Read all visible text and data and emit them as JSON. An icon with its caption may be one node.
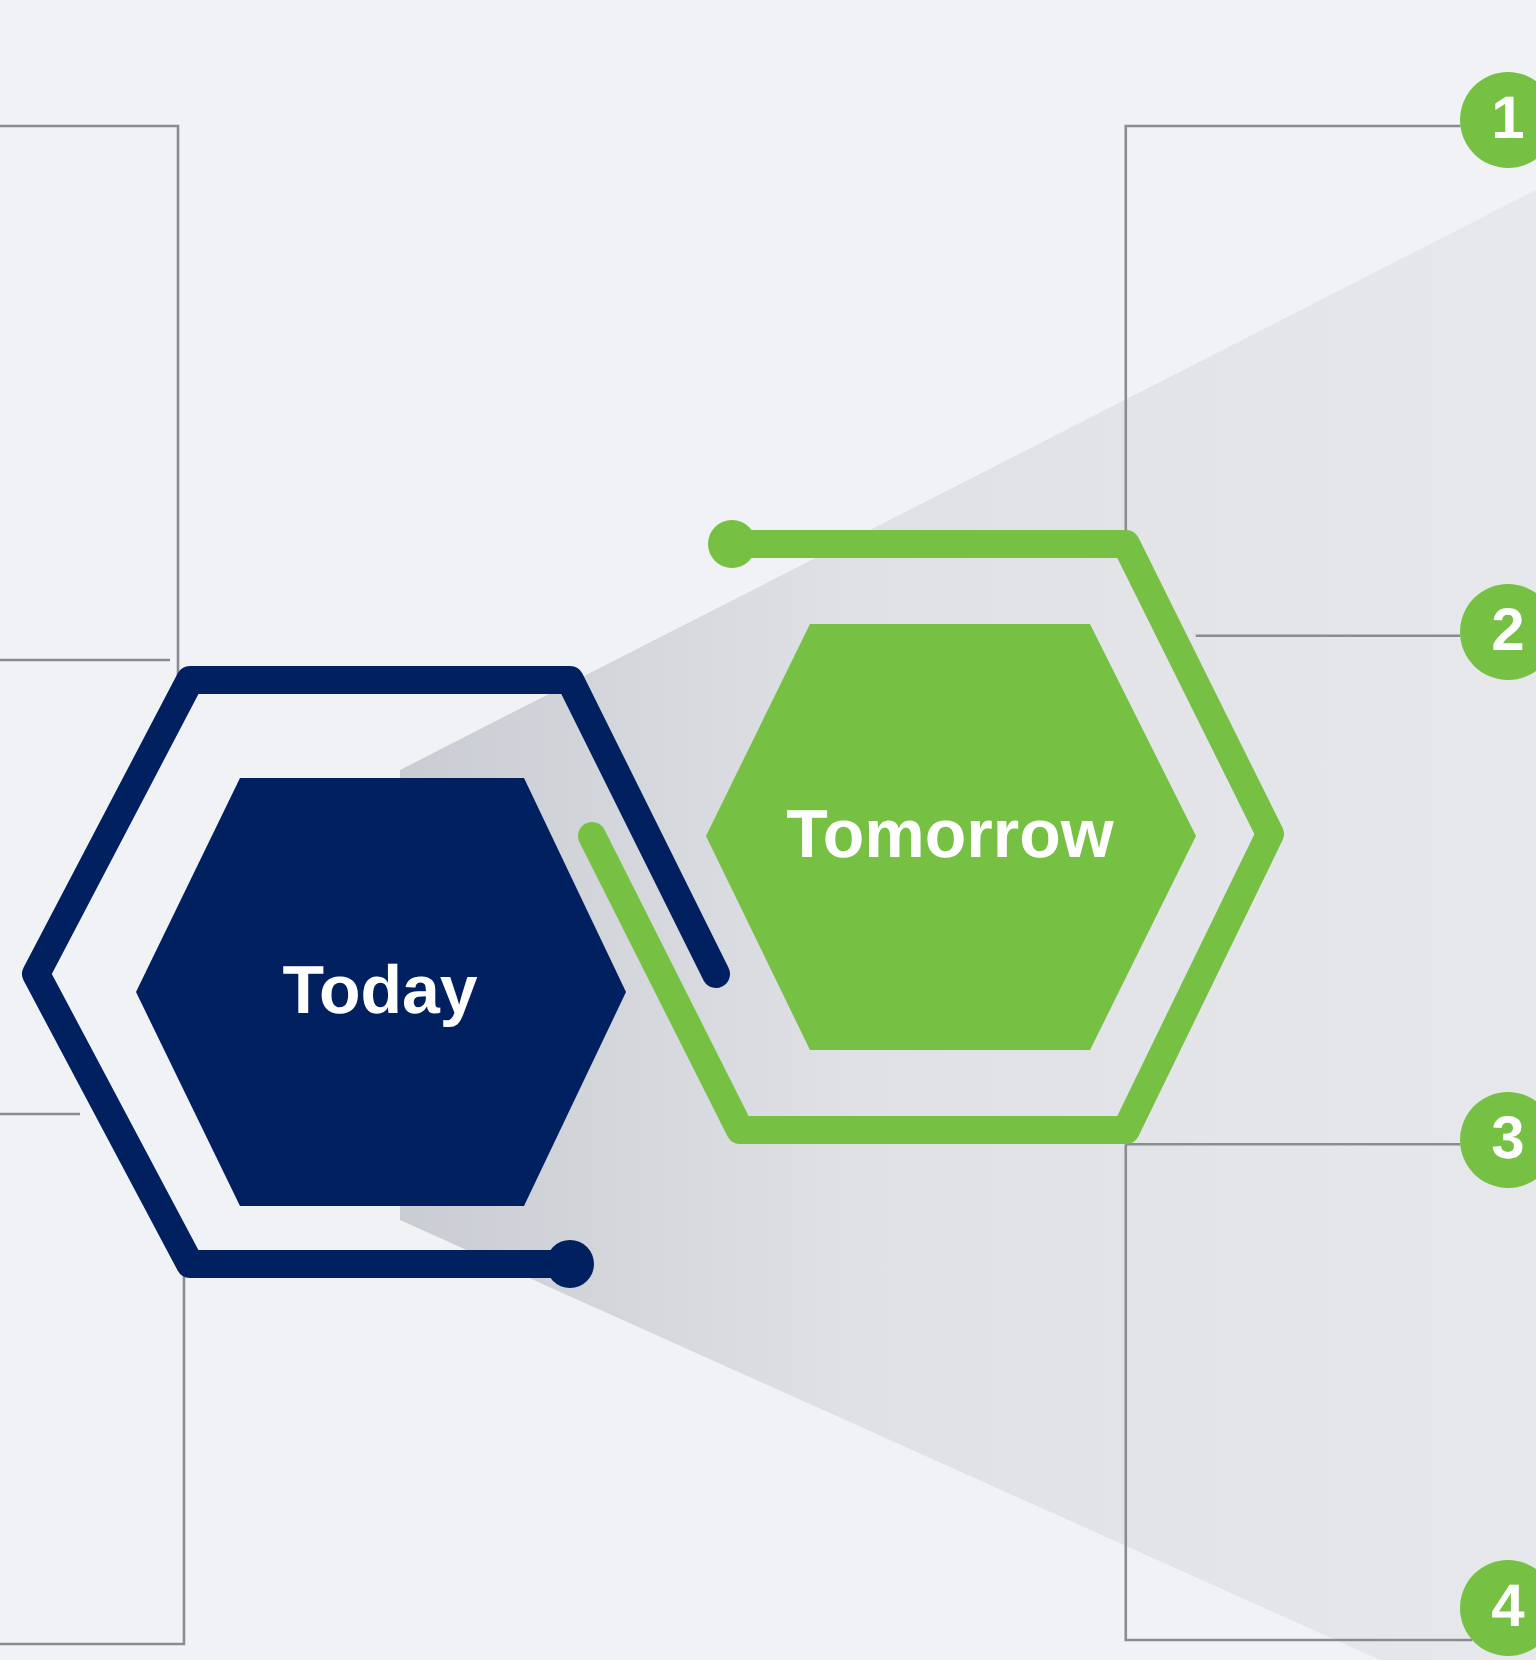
{
  "diagram": {
    "nodes": [
      {
        "text": [
          "Today"
        ]
      },
      {
        "text": [
          "Tomorrow"
        ]
      },
      {
        "text": [
          "1"
        ]
      },
      {
        "text": [
          "2"
        ]
      },
      {
        "text": [
          "3"
        ]
      },
      {
        "text": [
          "4"
        ]
      }
    ],
    "edges": [
      {
        "from": 1,
        "to": 2,
        "arrow": "none"
      },
      {
        "from": 1,
        "to": 3,
        "arrow": "none"
      },
      {
        "from": 1,
        "to": 4,
        "arrow": "none"
      },
      {
        "from": 1,
        "to": 5,
        "arrow": "none"
      },
      {
        "from": 0,
        "to": null,
        "arrow": "none"
      },
      {
        "from": 0,
        "to": null,
        "arrow": "none"
      },
      {
        "from": 0,
        "to": null,
        "arrow": "none"
      },
      {
        "from": 0,
        "to": null,
        "arrow": "none"
      }
    ]
  }
}
